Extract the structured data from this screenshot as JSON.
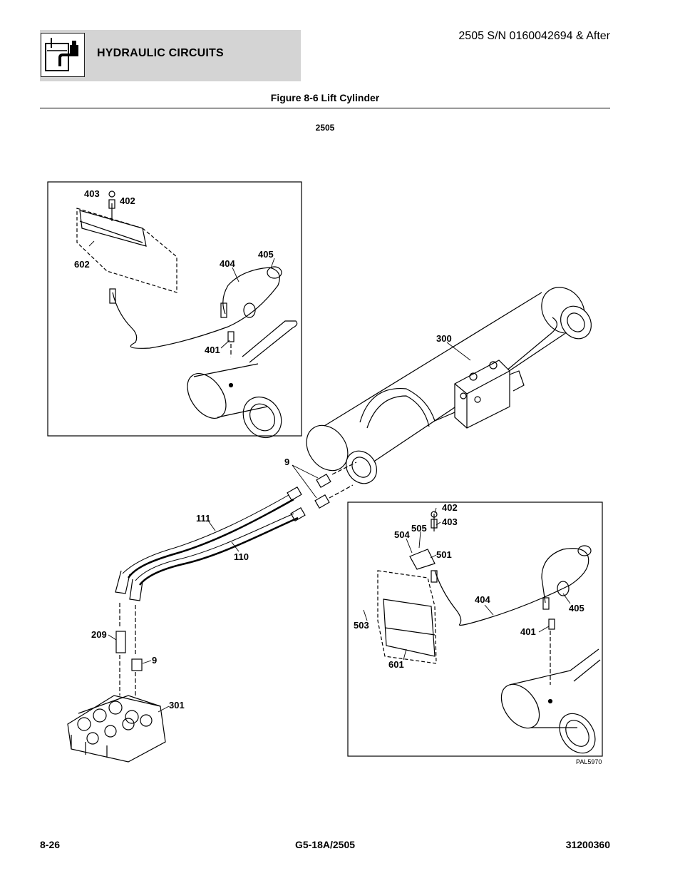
{
  "header": {
    "title": "HYDRAULIC CIRCUITS",
    "serial": "2505 S/N 0160042694 & After",
    "icon": "hydraulic-reservoir-icon"
  },
  "figure": {
    "title": "Figure 8-6 Lift Cylinder",
    "model": "2505",
    "drawing_id": "PAL5970"
  },
  "callouts": {
    "c403a": "403",
    "c402a": "402",
    "c602": "602",
    "c404a": "404",
    "c405a": "405",
    "c401a": "401",
    "c300": "300",
    "c9a": "9",
    "c111": "111",
    "c110": "110",
    "c209": "209",
    "c9b": "9",
    "c301": "301",
    "c402b": "402",
    "c403b": "403",
    "c505": "505",
    "c504": "504",
    "c501": "501",
    "c404b": "404",
    "c405b": "405",
    "c401b": "401",
    "c503": "503",
    "c601": "601"
  },
  "footer": {
    "page": "8-26",
    "model": "G5-18A/2505",
    "doc_number": "31200360"
  }
}
